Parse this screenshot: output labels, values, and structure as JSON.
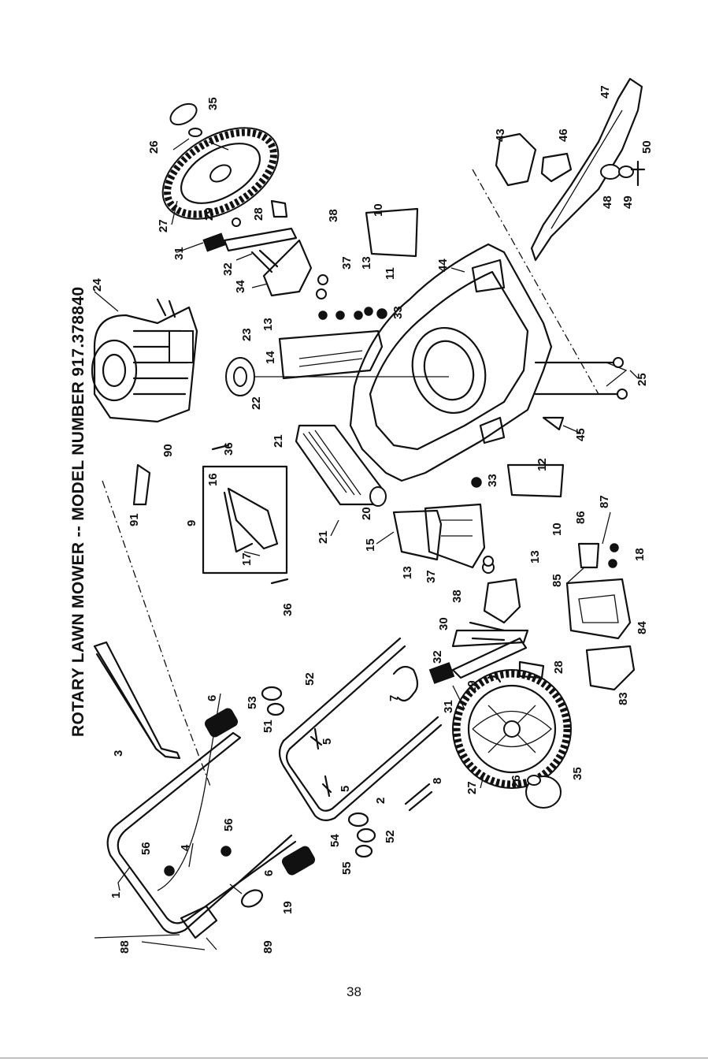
{
  "title": "ROTARY LAWN MOWER -- MODEL NUMBER 917.378840",
  "page_number": "38",
  "callouts": {
    "c1": "1",
    "c2": "2",
    "c3": "3",
    "c4": "4",
    "c5a": "5",
    "c5b": "5",
    "c6a": "6",
    "c6b": "6",
    "c7": "7",
    "c8": "8",
    "c9": "9",
    "c10a": "10",
    "c10b": "10",
    "c11": "11",
    "c12": "12",
    "c13a": "13",
    "c13b": "13",
    "c13c": "13",
    "c13d": "13",
    "c14": "14",
    "c15": "15",
    "c16": "16",
    "c17": "17",
    "c18": "18",
    "c19": "19",
    "c20": "20",
    "c21a": "21",
    "c21b": "21",
    "c22": "22",
    "c23": "23",
    "c24": "24",
    "c25": "25",
    "c26a": "26",
    "c26b": "26",
    "c27a": "27",
    "c27b": "27",
    "c28a": "28",
    "c28b": "28",
    "c29a": "29",
    "c29b": "29",
    "c30": "30",
    "c31a": "31",
    "c31b": "31",
    "c32a": "32",
    "c32b": "32",
    "c33a": "33",
    "c33b": "33",
    "c34": "34",
    "c35a": "35",
    "c35b": "35",
    "c36a": "36",
    "c36b": "36",
    "c37a": "37",
    "c37b": "37",
    "c38a": "38",
    "c38b": "38",
    "c43": "43",
    "c44": "44",
    "c45": "45",
    "c46": "46",
    "c47": "47",
    "c48": "48",
    "c49": "49",
    "c50": "50",
    "c51": "51",
    "c52a": "52",
    "c52b": "52",
    "c53": "53",
    "c54": "54",
    "c55": "55",
    "c56a": "56",
    "c56b": "56",
    "c83": "83",
    "c84": "84",
    "c85": "85",
    "c86": "86",
    "c87": "87",
    "c88": "88",
    "c89": "89",
    "c90": "90",
    "c91": "91"
  }
}
